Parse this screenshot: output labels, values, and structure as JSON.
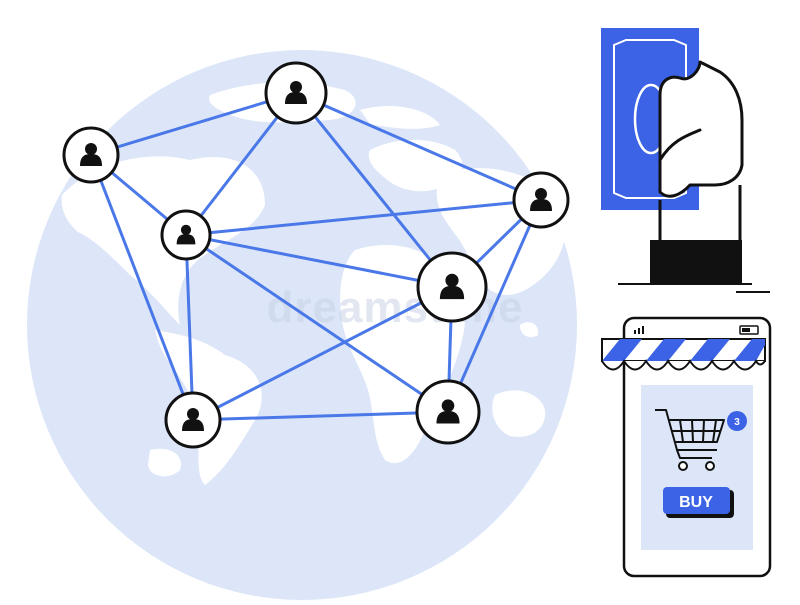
{
  "colors": {
    "globe": "#dce6f8",
    "land": "#ffffff",
    "link": "#4a78e8",
    "accent": "#3c63e6",
    "outline": "#111111",
    "card_bg": "#dce6f8"
  },
  "network": {
    "node_icon": "user-avatar-icon",
    "node_count": 7
  },
  "watermark": {
    "text": "dreamstime"
  },
  "cash": {
    "icon": "banknote-icon"
  },
  "phone": {
    "cart_icon": "shopping-cart-icon",
    "cart_badge": "3",
    "buy_label": "BUY"
  }
}
